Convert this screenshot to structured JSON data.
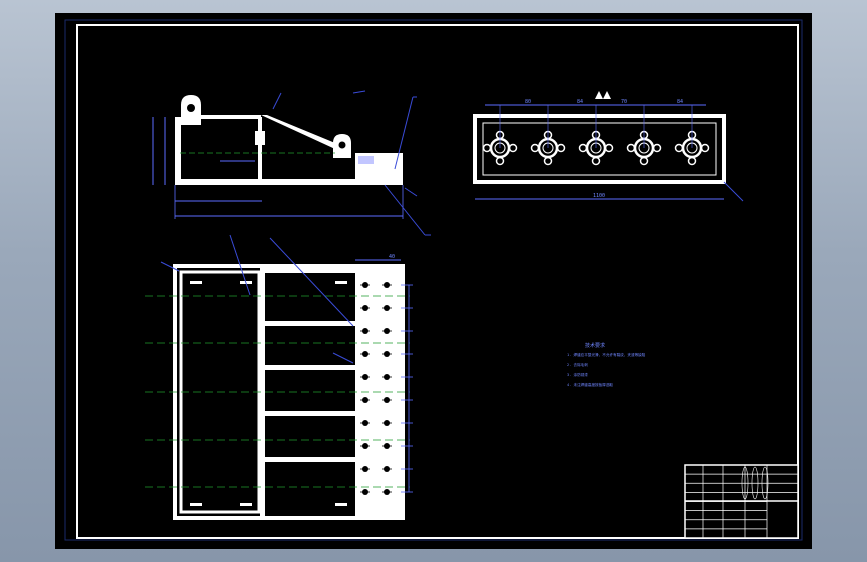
{
  "drawing": {
    "colors": {
      "background_outer": "#9aa8ba",
      "sheet": "#000000",
      "line": "#ffffff",
      "dimension": "#5b6cff",
      "centerline": "#1f9a2e",
      "leader": "#3a4cd8"
    },
    "top_view_dims": {
      "d1": "80",
      "d2": "84",
      "d3": "70",
      "d4": "84",
      "overall": "1100"
    },
    "plan_view_dims": {
      "width": "40"
    },
    "notes": {
      "title": "技术要求",
      "lines": [
        "1. 焊缝应平整光滑，不允许有裂纹、夹渣等缺陷",
        "2. 去除毛刺",
        "3. 涂防锈漆",
        "4. 未注焊缝高度按板厚选取"
      ]
    },
    "title_block": {
      "rows": 8
    }
  }
}
